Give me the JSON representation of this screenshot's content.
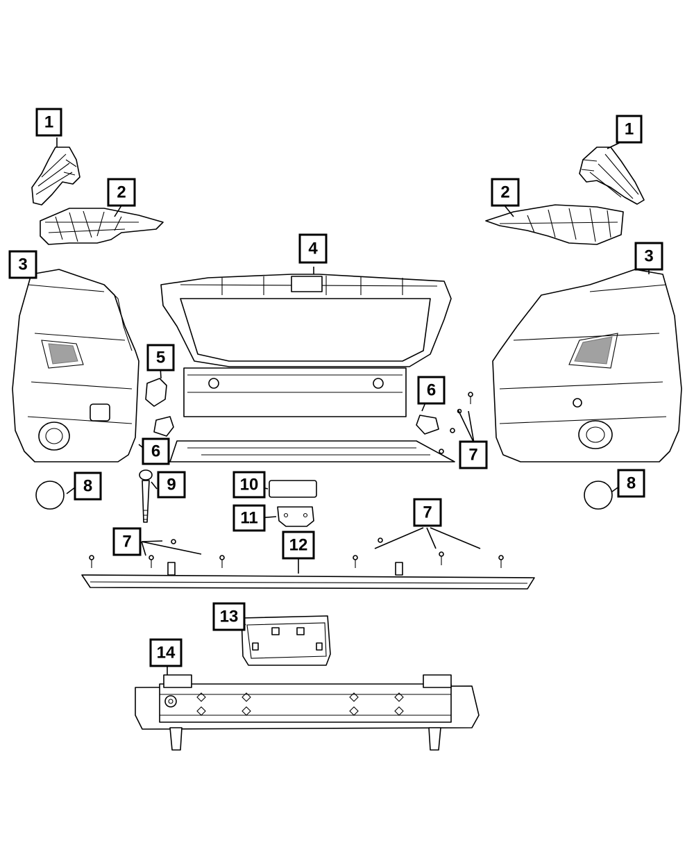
{
  "diagram": {
    "callouts": [
      {
        "id": "c1-left",
        "label": "1"
      },
      {
        "id": "c1-right",
        "label": "1"
      },
      {
        "id": "c2-left",
        "label": "2"
      },
      {
        "id": "c2-right",
        "label": "2"
      },
      {
        "id": "c3-left",
        "label": "3"
      },
      {
        "id": "c3-right",
        "label": "3"
      },
      {
        "id": "c4",
        "label": "4"
      },
      {
        "id": "c5",
        "label": "5"
      },
      {
        "id": "c6-left",
        "label": "6"
      },
      {
        "id": "c6-right",
        "label": "6"
      },
      {
        "id": "c7-right",
        "label": "7"
      },
      {
        "id": "c7-left",
        "label": "7"
      },
      {
        "id": "c7-bottom",
        "label": "7"
      },
      {
        "id": "c8-left",
        "label": "8"
      },
      {
        "id": "c8-right",
        "label": "8"
      },
      {
        "id": "c9",
        "label": "9"
      },
      {
        "id": "c10",
        "label": "10"
      },
      {
        "id": "c11",
        "label": "11"
      },
      {
        "id": "c12",
        "label": "12"
      },
      {
        "id": "c13",
        "label": "13"
      },
      {
        "id": "c14",
        "label": "14"
      }
    ]
  }
}
